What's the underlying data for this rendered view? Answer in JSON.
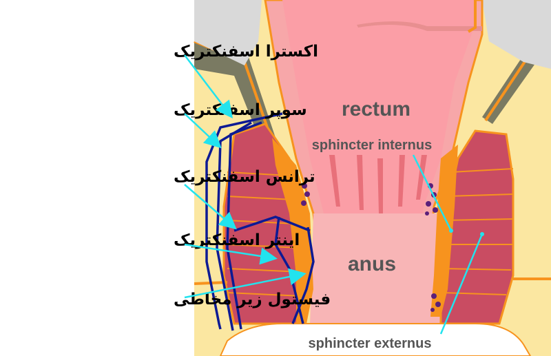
{
  "labels": {
    "rectum": "rectum",
    "sphincter_internus": "sphincter internus",
    "anus": "anus",
    "sphincter_externus": "sphincter externus"
  },
  "fistula_types": [
    {
      "key": "extra",
      "label": "اکسترا اسفنکتریک"
    },
    {
      "key": "supra",
      "label": "سوپر اسفنکتریک"
    },
    {
      "key": "trans",
      "label": "ترانس اسفنکتریک"
    },
    {
      "key": "inter",
      "label": "اینتر اسفنکتریک"
    },
    {
      "key": "submucosal",
      "label": "فیستول زیر مخاطی"
    }
  ],
  "colors": {
    "fat": "#fbe7a1",
    "muscle": "#c94c62",
    "orange": "#f7931e",
    "mucosa": "#f7a7a9",
    "tract": "#0d1a94",
    "pointer": "#22e3ee",
    "gray": "#555555"
  }
}
